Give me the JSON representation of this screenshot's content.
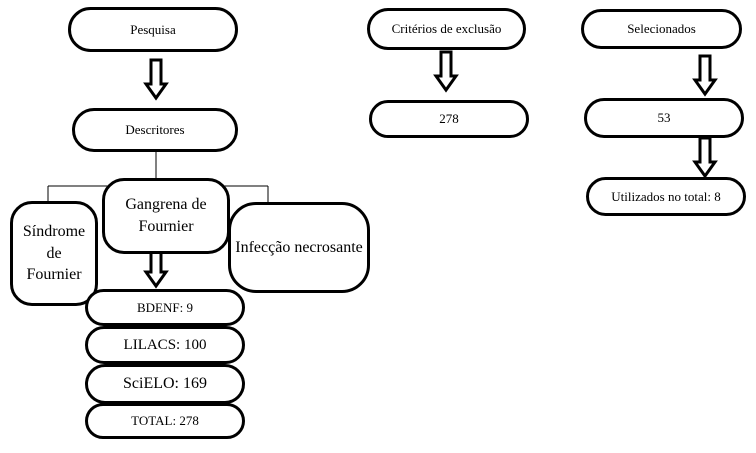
{
  "boxes": {
    "pesquisa": "Pesquisa",
    "descritores": "Descritores",
    "criterios": "Critérios de exclusão",
    "excluidos": "278",
    "selecionados": "Selecionados",
    "selecionados_count": "53",
    "utilizados": "Utilizados no total: 8"
  },
  "descriptors": [
    {
      "name": "Síndrome de Fournier"
    },
    {
      "name": "Gangrena de Fournier"
    },
    {
      "name": "Infecção necrosante"
    }
  ],
  "databases": [
    {
      "label": "BDENF: 9"
    },
    {
      "label": "LILACS: 100"
    },
    {
      "label": "SciELO: 169"
    },
    {
      "label": "TOTAL: 278"
    }
  ]
}
